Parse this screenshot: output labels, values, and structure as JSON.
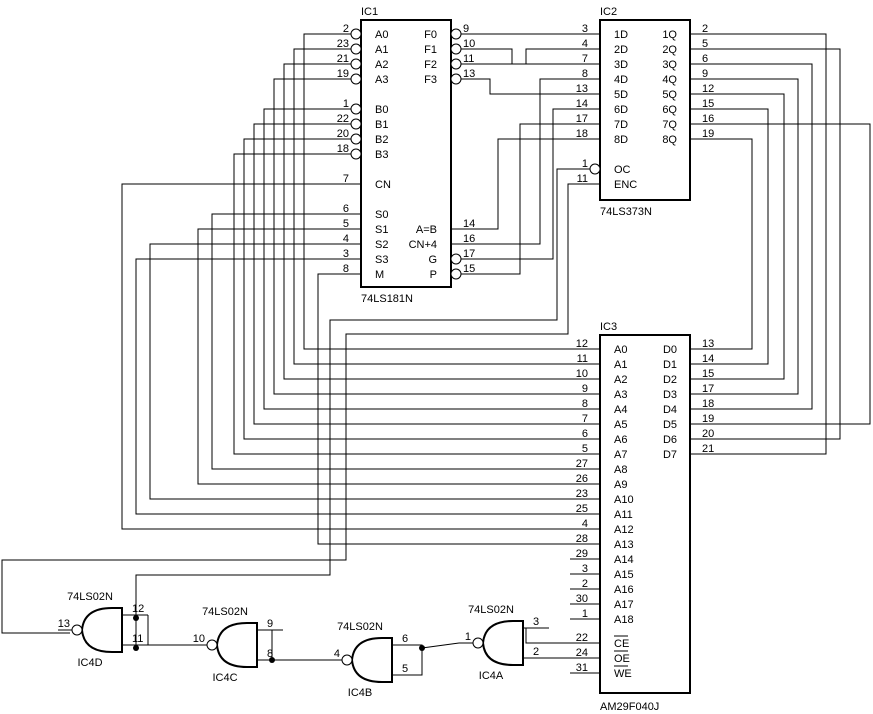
{
  "ic1": {
    "ref": "IC1",
    "part": "74LS181N",
    "left_pins": [
      {
        "name": "A0",
        "num": "2",
        "bubble": true
      },
      {
        "name": "A1",
        "num": "23",
        "bubble": true
      },
      {
        "name": "A2",
        "num": "21",
        "bubble": true
      },
      {
        "name": "A3",
        "num": "19",
        "bubble": true
      },
      {
        "name": "B0",
        "num": "1",
        "bubble": true
      },
      {
        "name": "B1",
        "num": "22",
        "bubble": true
      },
      {
        "name": "B2",
        "num": "20",
        "bubble": true
      },
      {
        "name": "B3",
        "num": "18",
        "bubble": true
      },
      {
        "name": "CN",
        "num": "7",
        "bubble": false
      },
      {
        "name": "S0",
        "num": "6",
        "bubble": false
      },
      {
        "name": "S1",
        "num": "5",
        "bubble": false
      },
      {
        "name": "S2",
        "num": "4",
        "bubble": false
      },
      {
        "name": "S3",
        "num": "3",
        "bubble": false
      },
      {
        "name": "M",
        "num": "8",
        "bubble": false
      }
    ],
    "right_pins": [
      {
        "name": "F0",
        "num": "9",
        "bubble": true
      },
      {
        "name": "F1",
        "num": "10",
        "bubble": true
      },
      {
        "name": "F2",
        "num": "11",
        "bubble": true
      },
      {
        "name": "F3",
        "num": "13",
        "bubble": true
      },
      {
        "name": "A=B",
        "num": "14",
        "bubble": false
      },
      {
        "name": "CN+4",
        "num": "16",
        "bubble": false
      },
      {
        "name": "G",
        "num": "17",
        "bubble": true
      },
      {
        "name": "P",
        "num": "15",
        "bubble": true
      }
    ]
  },
  "ic2": {
    "ref": "IC2",
    "part": "74LS373N",
    "left_pins": [
      {
        "name": "1D",
        "num": "3"
      },
      {
        "name": "2D",
        "num": "4"
      },
      {
        "name": "3D",
        "num": "7"
      },
      {
        "name": "4D",
        "num": "8"
      },
      {
        "name": "5D",
        "num": "13"
      },
      {
        "name": "6D",
        "num": "14"
      },
      {
        "name": "7D",
        "num": "17"
      },
      {
        "name": "8D",
        "num": "18"
      },
      {
        "name": "OC",
        "num": "1",
        "bubble": true
      },
      {
        "name": "ENC",
        "num": "11"
      }
    ],
    "right_pins": [
      {
        "name": "1Q",
        "num": "2"
      },
      {
        "name": "2Q",
        "num": "5"
      },
      {
        "name": "3Q",
        "num": "6"
      },
      {
        "name": "4Q",
        "num": "9"
      },
      {
        "name": "5Q",
        "num": "12"
      },
      {
        "name": "6Q",
        "num": "15"
      },
      {
        "name": "7Q",
        "num": "16"
      },
      {
        "name": "8Q",
        "num": "19"
      }
    ]
  },
  "ic3": {
    "ref": "IC3",
    "part": "AM29F040J",
    "left_pins": [
      {
        "name": "A0",
        "num": "12"
      },
      {
        "name": "A1",
        "num": "11"
      },
      {
        "name": "A2",
        "num": "10"
      },
      {
        "name": "A3",
        "num": "9"
      },
      {
        "name": "A4",
        "num": "8"
      },
      {
        "name": "A5",
        "num": "7"
      },
      {
        "name": "A6",
        "num": "6"
      },
      {
        "name": "A7",
        "num": "5"
      },
      {
        "name": "A8",
        "num": "27"
      },
      {
        "name": "A9",
        "num": "26"
      },
      {
        "name": "A10",
        "num": "23"
      },
      {
        "name": "A11",
        "num": "25"
      },
      {
        "name": "A12",
        "num": "4"
      },
      {
        "name": "A13",
        "num": "28"
      },
      {
        "name": "A14",
        "num": "29"
      },
      {
        "name": "A15",
        "num": "3"
      },
      {
        "name": "A16",
        "num": "2"
      },
      {
        "name": "A17",
        "num": "30"
      },
      {
        "name": "A18",
        "num": "1"
      },
      {
        "name": "CE",
        "num": "22"
      },
      {
        "name": "OE",
        "num": "24"
      },
      {
        "name": "WE",
        "num": "31"
      }
    ],
    "right_pins": [
      {
        "name": "D0",
        "num": "13"
      },
      {
        "name": "D1",
        "num": "14"
      },
      {
        "name": "D2",
        "num": "15"
      },
      {
        "name": "D3",
        "num": "17"
      },
      {
        "name": "D4",
        "num": "18"
      },
      {
        "name": "D5",
        "num": "19"
      },
      {
        "name": "D6",
        "num": "20"
      },
      {
        "name": "D7",
        "num": "21"
      }
    ]
  },
  "gates": [
    {
      "ref": "IC4D",
      "part": "74LS02N",
      "in_a": "12",
      "in_b": "11",
      "out": "13"
    },
    {
      "ref": "IC4C",
      "part": "74LS02N",
      "in_a": "9",
      "in_b": "8",
      "out": "10"
    },
    {
      "ref": "IC4B",
      "part": "74LS02N",
      "in_a": "6",
      "in_b": "5",
      "out": "4"
    },
    {
      "ref": "IC4A",
      "part": "74LS02N",
      "in_a": "3",
      "in_b": "2",
      "out": "1"
    }
  ]
}
